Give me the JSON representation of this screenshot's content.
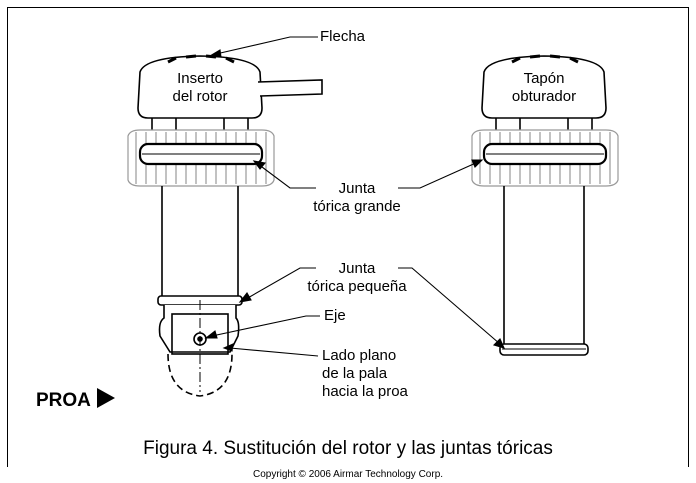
{
  "labels": {
    "arrow": "Flecha",
    "rotor_insert_line1": "Inserto",
    "rotor_insert_line2": "del rotor",
    "plug_line1": "Tapón",
    "plug_line2": "obturador",
    "large_oring_line1": "Junta",
    "large_oring_line2": "tórica grande",
    "small_oring_line1": "Junta",
    "small_oring_line2": "tórica pequeña",
    "shaft": "Eje",
    "flat_side_line1": "Lado plano",
    "flat_side_line2": "de la pala",
    "flat_side_line3": "hacia la proa"
  },
  "bow": {
    "label": "PROA"
  },
  "caption": "Figura 4. Sustitución del rotor y las juntas tóricas",
  "copyright": "Copyright © 2006 Airmar Technology Corp."
}
